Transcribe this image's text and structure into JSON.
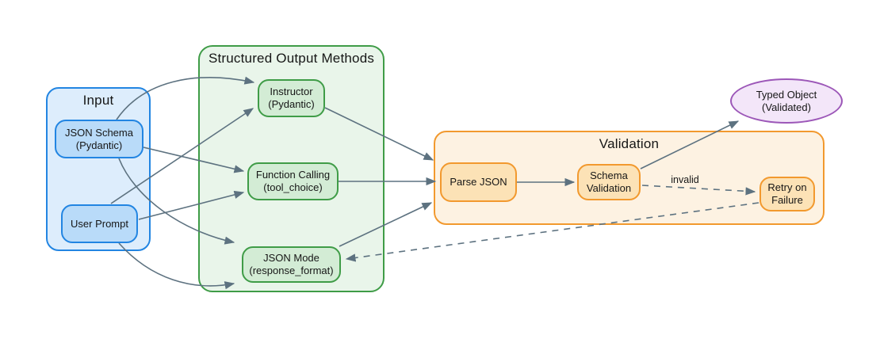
{
  "diagram": {
    "type": "flowchart",
    "groups": {
      "input": {
        "title": "Input"
      },
      "methods": {
        "title": "Structured Output Methods"
      },
      "validation": {
        "title": "Validation"
      }
    },
    "nodes": {
      "json_schema": {
        "label": "JSON Schema",
        "sublabel": "(Pydantic)",
        "group": "input"
      },
      "user_prompt": {
        "label": "User Prompt",
        "sublabel": "",
        "group": "input"
      },
      "instructor": {
        "label": "Instructor",
        "sublabel": "(Pydantic)",
        "group": "methods"
      },
      "function_calling": {
        "label": "Function Calling",
        "sublabel": "(tool_choice)",
        "group": "methods"
      },
      "json_mode": {
        "label": "JSON Mode",
        "sublabel": "(response_format)",
        "group": "methods"
      },
      "parse_json": {
        "label": "Parse JSON",
        "sublabel": "",
        "group": "validation"
      },
      "schema_validation": {
        "label": "Schema",
        "sublabel": "Validation",
        "group": "validation"
      },
      "retry_on_failure": {
        "label": "Retry on",
        "sublabel": "Failure",
        "group": "validation"
      },
      "typed_object": {
        "label": "Typed Object",
        "sublabel": "(Validated)",
        "group": ""
      }
    },
    "edges": [
      {
        "from": "json_schema",
        "to": "instructor",
        "style": "solid",
        "label": ""
      },
      {
        "from": "json_schema",
        "to": "function_calling",
        "style": "solid",
        "label": ""
      },
      {
        "from": "json_schema",
        "to": "json_mode",
        "style": "solid",
        "label": ""
      },
      {
        "from": "user_prompt",
        "to": "instructor",
        "style": "solid",
        "label": ""
      },
      {
        "from": "user_prompt",
        "to": "function_calling",
        "style": "solid",
        "label": ""
      },
      {
        "from": "user_prompt",
        "to": "json_mode",
        "style": "solid",
        "label": ""
      },
      {
        "from": "instructor",
        "to": "parse_json",
        "style": "solid",
        "label": ""
      },
      {
        "from": "function_calling",
        "to": "parse_json",
        "style": "solid",
        "label": ""
      },
      {
        "from": "json_mode",
        "to": "parse_json",
        "style": "solid",
        "label": ""
      },
      {
        "from": "parse_json",
        "to": "schema_validation",
        "style": "solid",
        "label": ""
      },
      {
        "from": "schema_validation",
        "to": "typed_object",
        "style": "solid",
        "label": ""
      },
      {
        "from": "schema_validation",
        "to": "retry_on_failure",
        "style": "dashed",
        "label": "invalid"
      },
      {
        "from": "retry_on_failure",
        "to": "json_mode",
        "style": "dashed",
        "label": ""
      }
    ],
    "colors": {
      "background": "#ffffff",
      "input_fill": "#ddedfc",
      "input_node_fill": "#b9dbf9",
      "input_stroke": "#2285e2",
      "methods_fill": "#e9f5ea",
      "methods_node_fill": "#d3ecd5",
      "methods_stroke": "#3f9c47",
      "validation_fill": "#fdf2e2",
      "validation_node_fill": "#fce2b6",
      "validation_stroke": "#f2992e",
      "result_fill": "#f3e6f9",
      "result_stroke": "#9c57b8",
      "edge_color": "#5d7280",
      "text_color": "#161616"
    }
  }
}
